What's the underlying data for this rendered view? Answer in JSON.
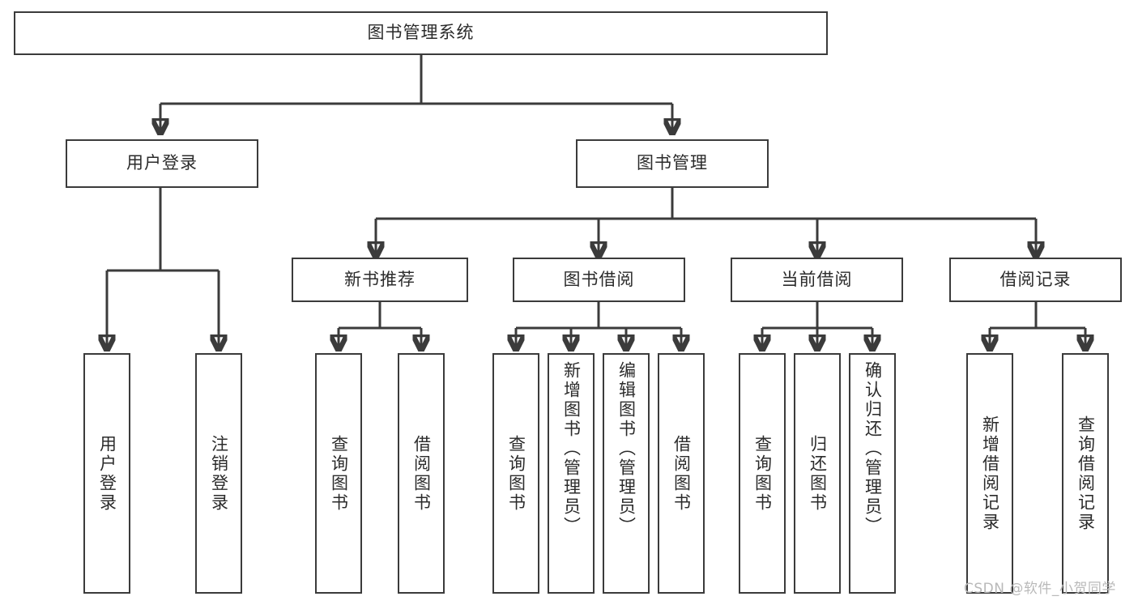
{
  "diagram": {
    "type": "tree-hierarchy",
    "title": "图书管理系统",
    "watermark": "CSDN @软件_小贺同学",
    "colors": {
      "node_border": "#3b3b3b",
      "node_fill": "#ffffff",
      "link": "#3b3b3b",
      "text": "#2b2b2b",
      "watermark": "#b9b9b9",
      "background": "#ffffff"
    },
    "root": {
      "label": "图书管理系统"
    },
    "level2": [
      {
        "label": "用户登录"
      },
      {
        "label": "图书管理"
      }
    ],
    "level3": [
      {
        "label": "新书推荐"
      },
      {
        "label": "图书借阅"
      },
      {
        "label": "当前借阅"
      },
      {
        "label": "借阅记录"
      }
    ],
    "leaves": {
      "user_login": [
        {
          "label": "用户登录"
        },
        {
          "label": "注销登录"
        }
      ],
      "new_book": [
        {
          "label": "查询图书"
        },
        {
          "label": "借阅图书"
        }
      ],
      "book_borrow": [
        {
          "label": "查询图书"
        },
        {
          "label": "新增图书（管理员）"
        },
        {
          "label": "编辑图书（管理员）"
        },
        {
          "label": "借阅图书"
        }
      ],
      "current_borrow": [
        {
          "label": "查询图书"
        },
        {
          "label": "归还图书"
        },
        {
          "label": "确认归还（管理员）"
        }
      ],
      "borrow_record": [
        {
          "label": "新增借阅记录"
        },
        {
          "label": "查询借阅记录"
        }
      ]
    }
  }
}
